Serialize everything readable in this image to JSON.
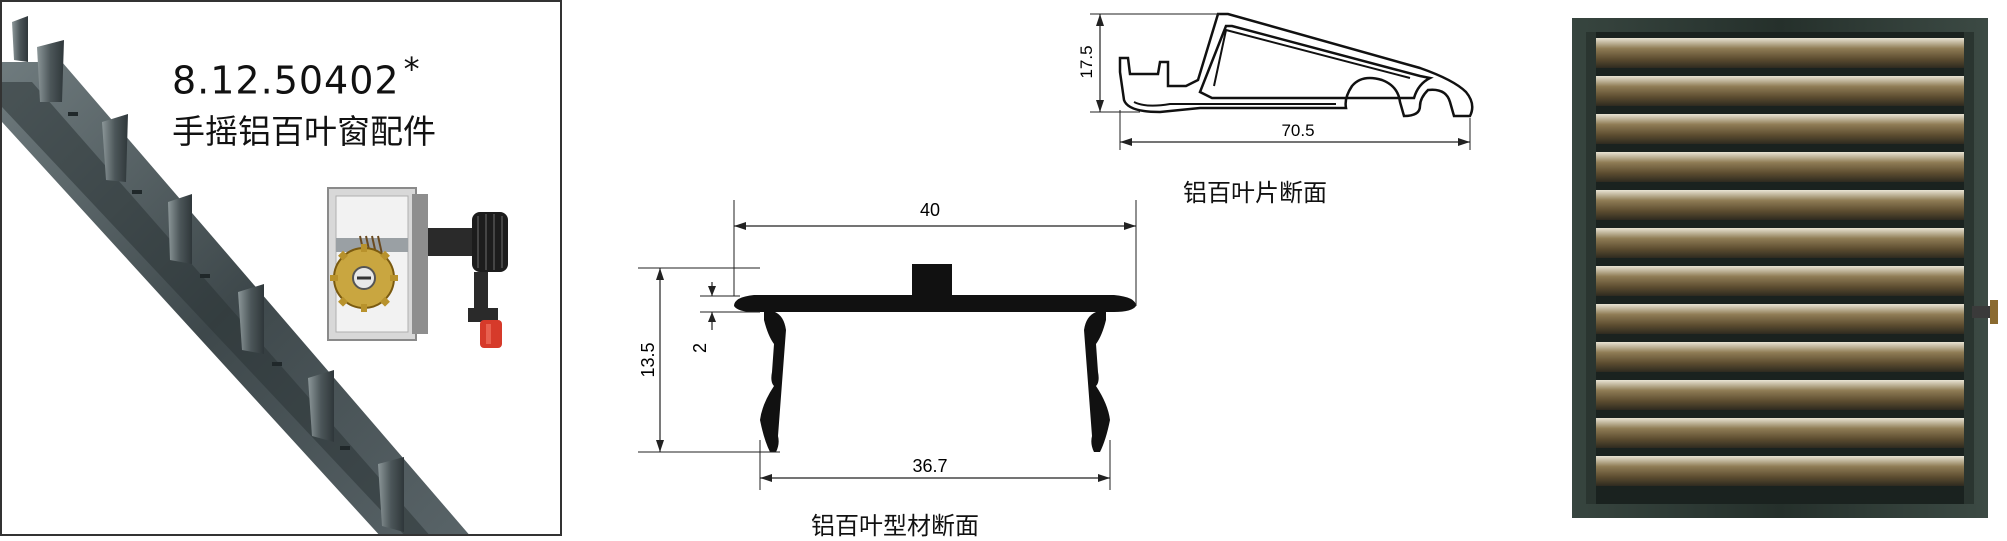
{
  "product": {
    "code": "8.12.50402",
    "code_mark": "*",
    "title": "手摇铝百叶窗配件"
  },
  "leaf_section": {
    "caption": "铝百叶片断面",
    "dim_height": "17.5",
    "dim_width": "70.5"
  },
  "profile_section": {
    "caption": "铝百叶型材断面",
    "dim_top_width": "40",
    "dim_height": "13.5",
    "dim_lip": "2",
    "dim_bottom_width": "36.7"
  },
  "colors": {
    "profile_fill": "#111111",
    "frame_dark": "#2a3530",
    "slat_bronze": "#6b5a3a",
    "knob_red": "#d63a2a",
    "gear_brass": "#c9a640",
    "chain_grey": "#5a6568"
  }
}
